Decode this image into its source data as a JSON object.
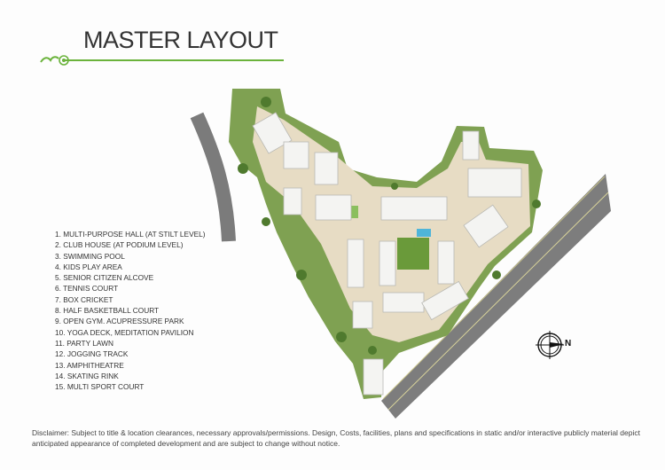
{
  "header": {
    "title": "MASTER LAYOUT",
    "accent_color": "#6bb33c"
  },
  "legend": [
    "1. MULTI-PURPOSE HALL (AT STILT LEVEL)",
    "2. CLUB HOUSE (AT PODIUM LEVEL)",
    "3. SWIMMING POOL",
    "4. KIDS PLAY AREA",
    "5. SENIOR CITIZEN ALCOVE",
    "6. TENNIS COURT",
    "7. BOX CRICKET",
    "8. HALF BASKETBALL COURT",
    "9. OPEN GYM. ACUPRESSURE PARK",
    "10. YOGA DECK, MEDITATION PAVILION",
    "11. PARTY LAWN",
    "12. JOGGING TRACK",
    "13. AMPHITHEATRE",
    "14. SKATING RINK",
    "15. MULTI SPORT COURT"
  ],
  "compass": {
    "label": "N",
    "icon": "north-arrow-icon"
  },
  "disclaimer": "Disclaimer: Subject to title & location clearances, necessary approvals/permissions. Design, Costs, facilities, plans and specifications in static and/or interactive publicly material depict anticipated appearance of completed development and are subject to change without notice."
}
